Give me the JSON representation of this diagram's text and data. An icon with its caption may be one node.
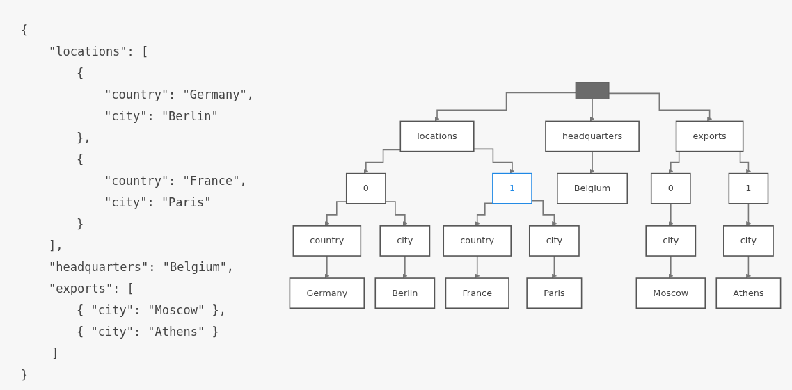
{
  "diagram": {
    "nodes": [
      {
        "text": [],
        "shape": "box"
      },
      {
        "text": [
          "locations"
        ]
      },
      {
        "text": [
          "headquarters"
        ]
      },
      {
        "text": [
          "exports"
        ]
      },
      {
        "text": [
          "0"
        ]
      },
      {
        "text": [
          "1"
        ]
      },
      {
        "text": [
          "Belgium"
        ]
      },
      {
        "text": [
          "0"
        ]
      },
      {
        "text": [
          "1"
        ]
      },
      {
        "text": [
          "country"
        ]
      },
      {
        "text": [
          "city"
        ]
      },
      {
        "text": [
          "country"
        ]
      },
      {
        "text": [
          "city"
        ]
      },
      {
        "text": [
          "city"
        ]
      },
      {
        "text": [
          "city"
        ]
      },
      {
        "text": [
          "Germany"
        ]
      },
      {
        "text": [
          "Berlin"
        ]
      },
      {
        "text": [
          "France"
        ]
      },
      {
        "text": [
          "Paris"
        ]
      },
      {
        "text": [
          "Moscow"
        ]
      },
      {
        "text": [
          "Athens"
        ]
      }
    ],
    "edges": [
      {
        "from": 0,
        "to": 1,
        "arrow": "to"
      },
      {
        "from": 0,
        "to": 2,
        "arrow": "to"
      },
      {
        "from": 0,
        "to": 3,
        "arrow": "to"
      },
      {
        "from": 1,
        "to": 4,
        "arrow": "to"
      },
      {
        "from": 1,
        "to": 5,
        "arrow": "to"
      },
      {
        "from": 2,
        "to": 6,
        "arrow": "to"
      },
      {
        "from": 3,
        "to": 7,
        "arrow": "to"
      },
      {
        "from": 3,
        "to": 8,
        "arrow": "to"
      },
      {
        "from": 4,
        "to": 9,
        "arrow": "to"
      },
      {
        "from": 4,
        "to": 10,
        "arrow": "to"
      },
      {
        "from": 5,
        "to": 11,
        "arrow": "to"
      },
      {
        "from": 5,
        "to": 12,
        "arrow": "to"
      },
      {
        "from": 7,
        "to": 13,
        "arrow": "to"
      },
      {
        "from": 8,
        "to": 14,
        "arrow": "to"
      },
      {
        "from": 9,
        "to": 15,
        "arrow": "to"
      },
      {
        "from": 10,
        "to": 16,
        "arrow": "to"
      },
      {
        "from": 11,
        "to": 17,
        "arrow": "to"
      },
      {
        "from": 12,
        "to": 18,
        "arrow": "to"
      },
      {
        "from": 13,
        "to": 19,
        "arrow": "to"
      },
      {
        "from": 14,
        "to": 20,
        "arrow": "to"
      }
    ],
    "labels": [
      "{",
      "\"locations\": [",
      "{",
      "\"country\": \"Germany\",",
      "\"city\": \"Berlin\"",
      "},",
      "{",
      "\"country\": \"France\",",
      "\"city\": \"Paris\"",
      "}",
      "],",
      "\"headquarters\": \"Belgium\",",
      "\"exports\": [",
      "{ \"city\": \"Moscow\" },",
      "{ \"city\": \"Athens\" }",
      "]",
      "}"
    ]
  }
}
